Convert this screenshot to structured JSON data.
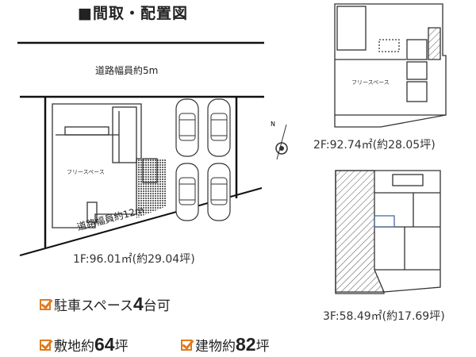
{
  "title": "■間取・配置図",
  "site_plan": {
    "road_north": "道路幅員約5m",
    "road_south": "道路幅員約12m",
    "room_label": "フリースペース",
    "compass": "N"
  },
  "floors": [
    {
      "caption": "1F:96.01㎡(約29.04坪)"
    },
    {
      "caption": "2F:92.74㎡(約28.05坪)",
      "room_label": "フリースペース"
    },
    {
      "caption": "3F:58.49㎡(約17.69坪)"
    }
  ],
  "features": [
    {
      "prefix": "駐車スペース",
      "number": "4",
      "suffix": "台可"
    },
    {
      "prefix": "敷地約",
      "number": "64",
      "suffix": "坪"
    },
    {
      "prefix": "建物約",
      "number": "82",
      "suffix": "坪"
    }
  ],
  "colors": {
    "checkbox": "#e07a1f",
    "lines": "#111111"
  }
}
